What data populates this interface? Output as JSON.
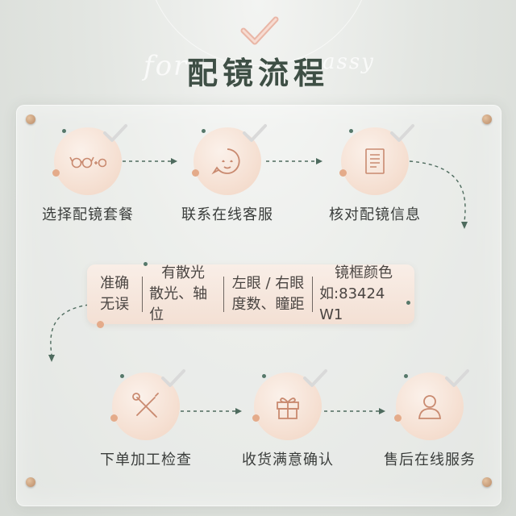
{
  "header": {
    "title": "配镜流程"
  },
  "steps_top": [
    {
      "label": "选择配镜套餐",
      "icon": "glasses-lens-icon"
    },
    {
      "label": "联系在线客服",
      "icon": "chat-face-icon"
    },
    {
      "label": "核对配镜信息",
      "icon": "document-icon"
    }
  ],
  "info": {
    "col1": [
      "准确",
      "无误"
    ],
    "col2": [
      "有散光",
      "散光、轴位"
    ],
    "col3": [
      "左眼 / 右眼",
      "度数、瞳距"
    ],
    "col4": [
      "镜框颜色",
      "如:83424 W1"
    ]
  },
  "steps_bottom": [
    {
      "label": "下单加工检查",
      "icon": "tools-icon"
    },
    {
      "label": "收货满意确认",
      "icon": "gift-icon"
    },
    {
      "label": "售后在线服务",
      "icon": "person-icon"
    }
  ],
  "colors": {
    "title": "#3e4f45",
    "accent_green": "#56786a",
    "circle_fill": "#f4dccd",
    "dot_peach": "#e4ab8a",
    "pin": "#c79a74"
  }
}
